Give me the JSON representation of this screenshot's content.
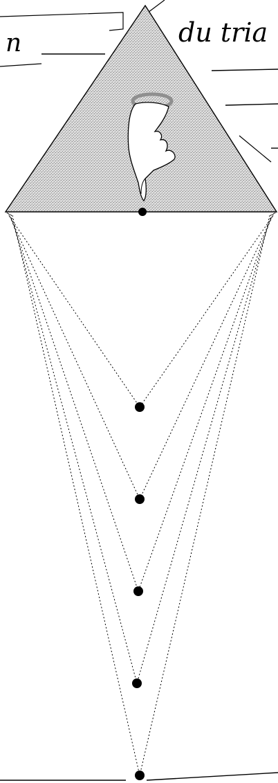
{
  "labels": {
    "left_fragment": "n",
    "right_fragment": "du tria"
  },
  "points_count": 6,
  "colors": {
    "ink": "#000000",
    "paper": "#ffffff",
    "triangle_fill": "#cfcfcf",
    "halo": "#9a9a9a"
  },
  "icons": {
    "pointer": "pointing-hand-icon",
    "dot": "point-dot"
  }
}
